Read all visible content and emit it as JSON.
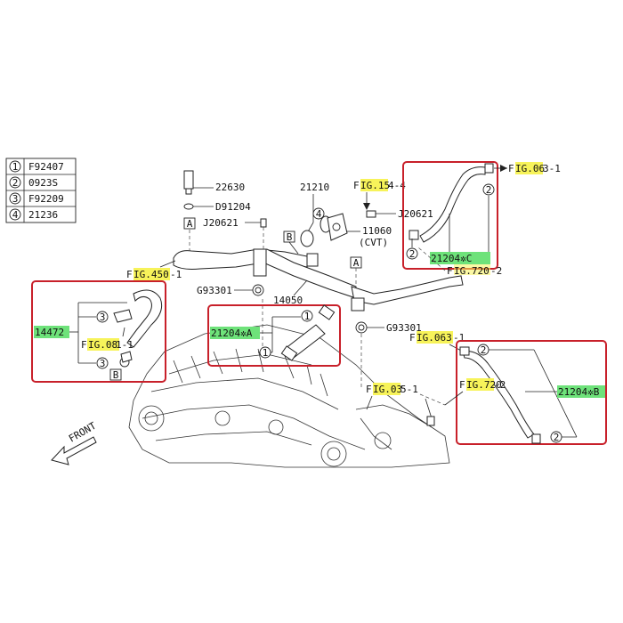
{
  "legend": [
    {
      "num": "1",
      "code": "F92407"
    },
    {
      "num": "2",
      "code": "0923S"
    },
    {
      "num": "3",
      "code": "F92209"
    },
    {
      "num": "4",
      "code": "21236"
    }
  ],
  "labels": {
    "p22630": "22630",
    "d91204": "D91204",
    "a_top": "A",
    "j20621_left": "J20621",
    "p21210": "21210",
    "fig154_pre": "F",
    "fig154_hl": "IG.15",
    "fig154_post": "4-4",
    "j20621_right": "J20621",
    "b_mid": "B",
    "p11060": "11060",
    "cvt": "(CVT)",
    "fig450_pre": "F",
    "fig450_hl": "IG.450",
    "fig450_post": "-1",
    "a_mid": "A",
    "g93301_left": "G93301",
    "p14050": "14050",
    "g93301_right": "G93301",
    "p14472": "14472",
    "fig081_pre": "F",
    "fig081_hl": "IG.08",
    "fig081_post": "1-1",
    "b_left": "B",
    "p21204a": "21204✲A",
    "fig063a_pre": "F",
    "fig063a_hl": "IG.06",
    "fig063a_post": "3-1",
    "p21204c": "21204✲C",
    "fig720a_pre": "F",
    "fig720a_hl": "IG.720",
    "fig720a_post": "-2",
    "fig063b_pre": "F",
    "fig063b_hl": "IG.063",
    "fig063b_post": "-1",
    "fig035_pre": "F",
    "fig035_hl": "IG.03",
    "fig035_post": "5-1",
    "fig720b_pre": "F",
    "fig720b_hl": "IG.720",
    "fig720b_post": "-2",
    "p21204b": "21204✲B",
    "front": "FRONT"
  },
  "callouts": {
    "c4_top": "4",
    "c3_left_a": "3",
    "c3_left_b": "3",
    "c1_a1": "1",
    "c1_a2": "1",
    "c2_c1": "2",
    "c2_c2": "2",
    "c2_b1": "2",
    "c2_b2": "2"
  },
  "colors": {
    "highlight_yellow": "#f7f35a",
    "highlight_green": "#6ee27a",
    "callout_box": "#c8202a"
  }
}
